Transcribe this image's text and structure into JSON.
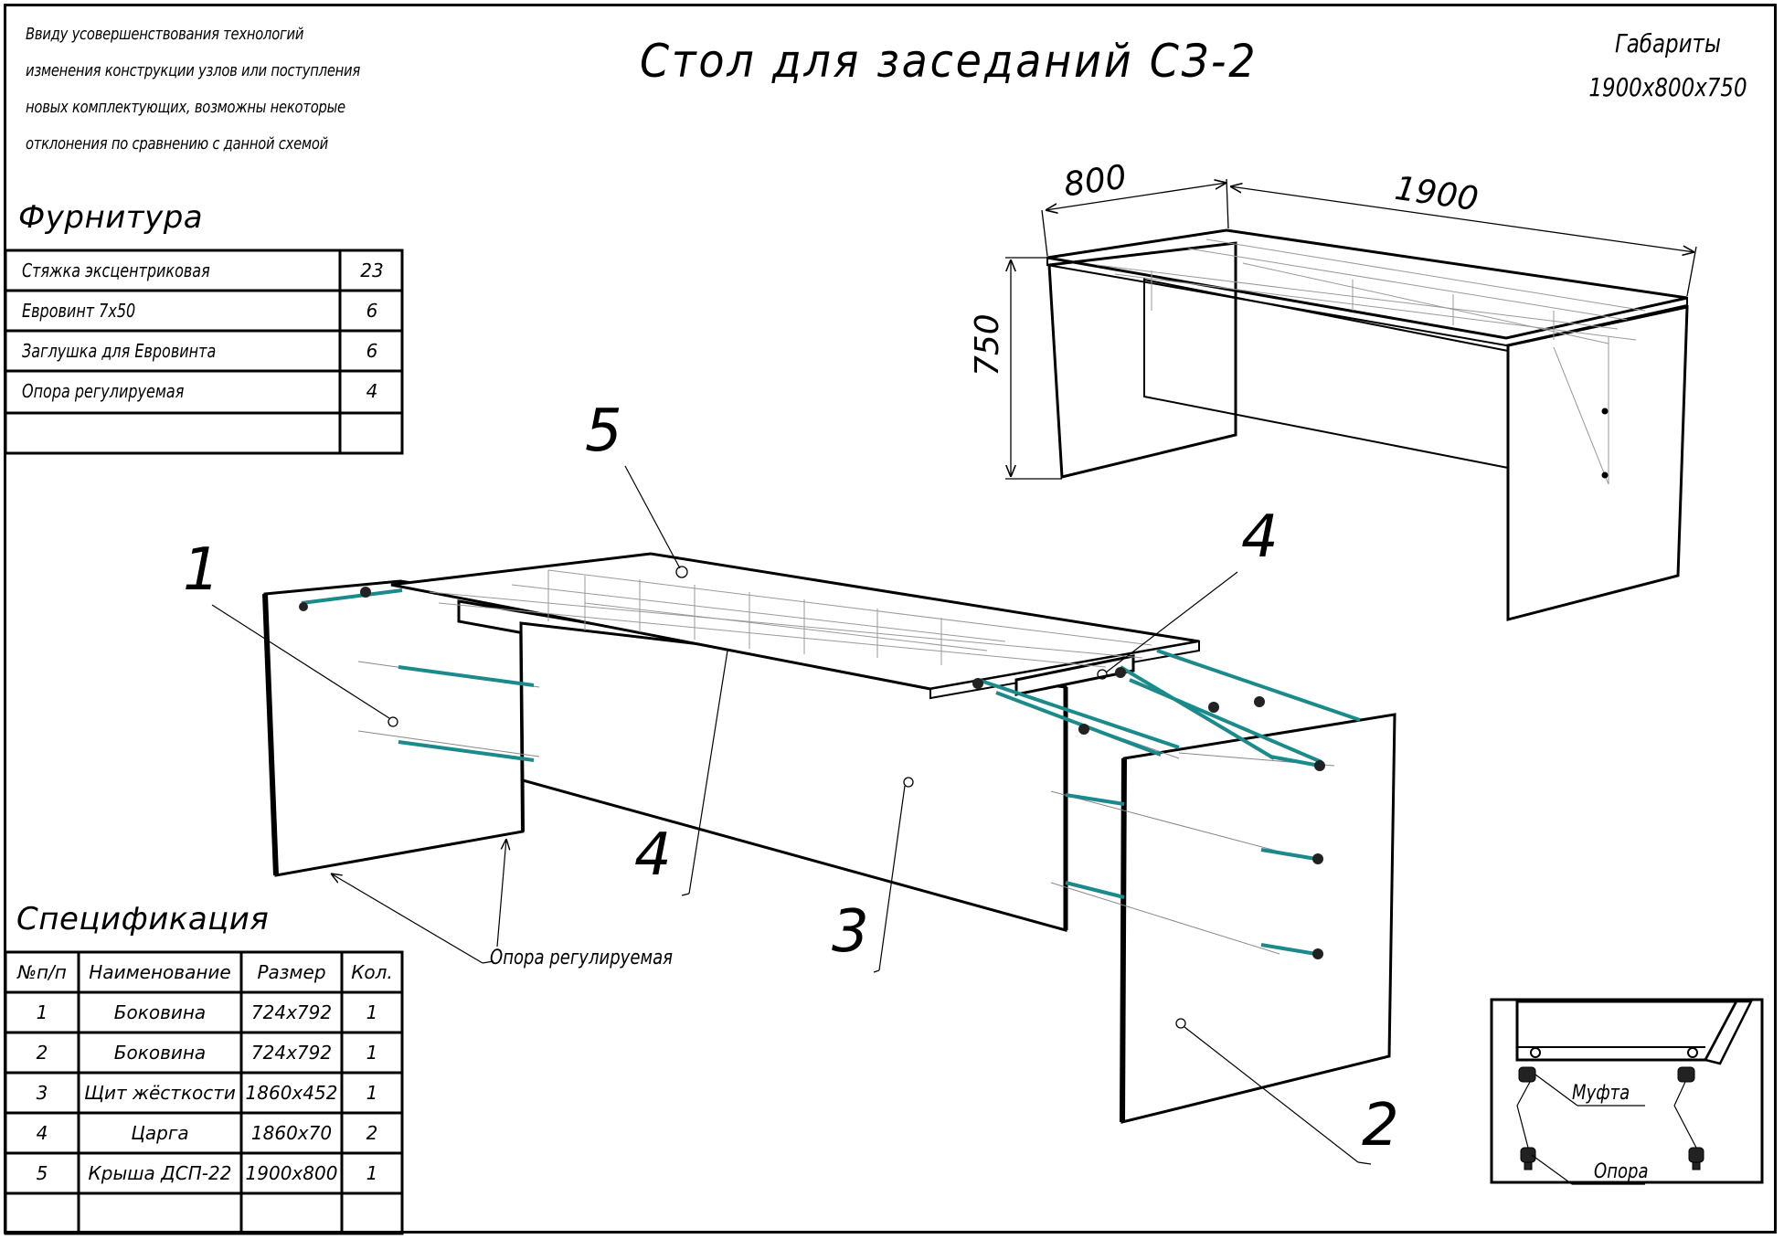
{
  "title": "Стол для заседаний СЗ-2",
  "note_lines": [
    "Ввиду усовершенствования технологий",
    "изменения конструкции узлов или поступления",
    "новых комплектующих, возможны некоторые",
    "отклонения по сравнению с данной схемой"
  ],
  "dimensions": {
    "label": "Габариты",
    "value": "1900x800x750",
    "width": "1900",
    "depth": "800",
    "height": "750"
  },
  "hardware": {
    "heading": "Фурнитура",
    "rows": [
      {
        "name": "Стяжка эксцентриковая",
        "qty": "23"
      },
      {
        "name": "Евровинт 7х50",
        "qty": "6"
      },
      {
        "name": "Заглушка для Евровинта",
        "qty": "6"
      },
      {
        "name": "Опора регулируемая",
        "qty": "4"
      }
    ]
  },
  "spec": {
    "heading": "Спецификация",
    "headers": {
      "num": "№п/п",
      "name": "Наименование",
      "size": "Размер",
      "qty": "Кол."
    },
    "rows": [
      {
        "num": "1",
        "name": "Боковина",
        "size": "724x792",
        "qty": "1"
      },
      {
        "num": "2",
        "name": "Боковина",
        "size": "724x792",
        "qty": "1"
      },
      {
        "num": "3",
        "name": "Щит жёсткости",
        "size": "1860x452",
        "qty": "1"
      },
      {
        "num": "4",
        "name": "Царга",
        "size": "1860x70",
        "qty": "2"
      },
      {
        "num": "5",
        "name": "Крыша ДСП-22",
        "size": "1900x800",
        "qty": "1"
      }
    ]
  },
  "callouts": {
    "c1": "1",
    "c2": "2",
    "c3": "3",
    "c4a": "4",
    "c4b": "4",
    "c5": "5"
  },
  "labels": {
    "support": "Опора регулируемая",
    "coupling": "Муфта",
    "foot": "Опора"
  },
  "colors": {
    "line": "#000000",
    "connector": "#1a8a8a"
  }
}
